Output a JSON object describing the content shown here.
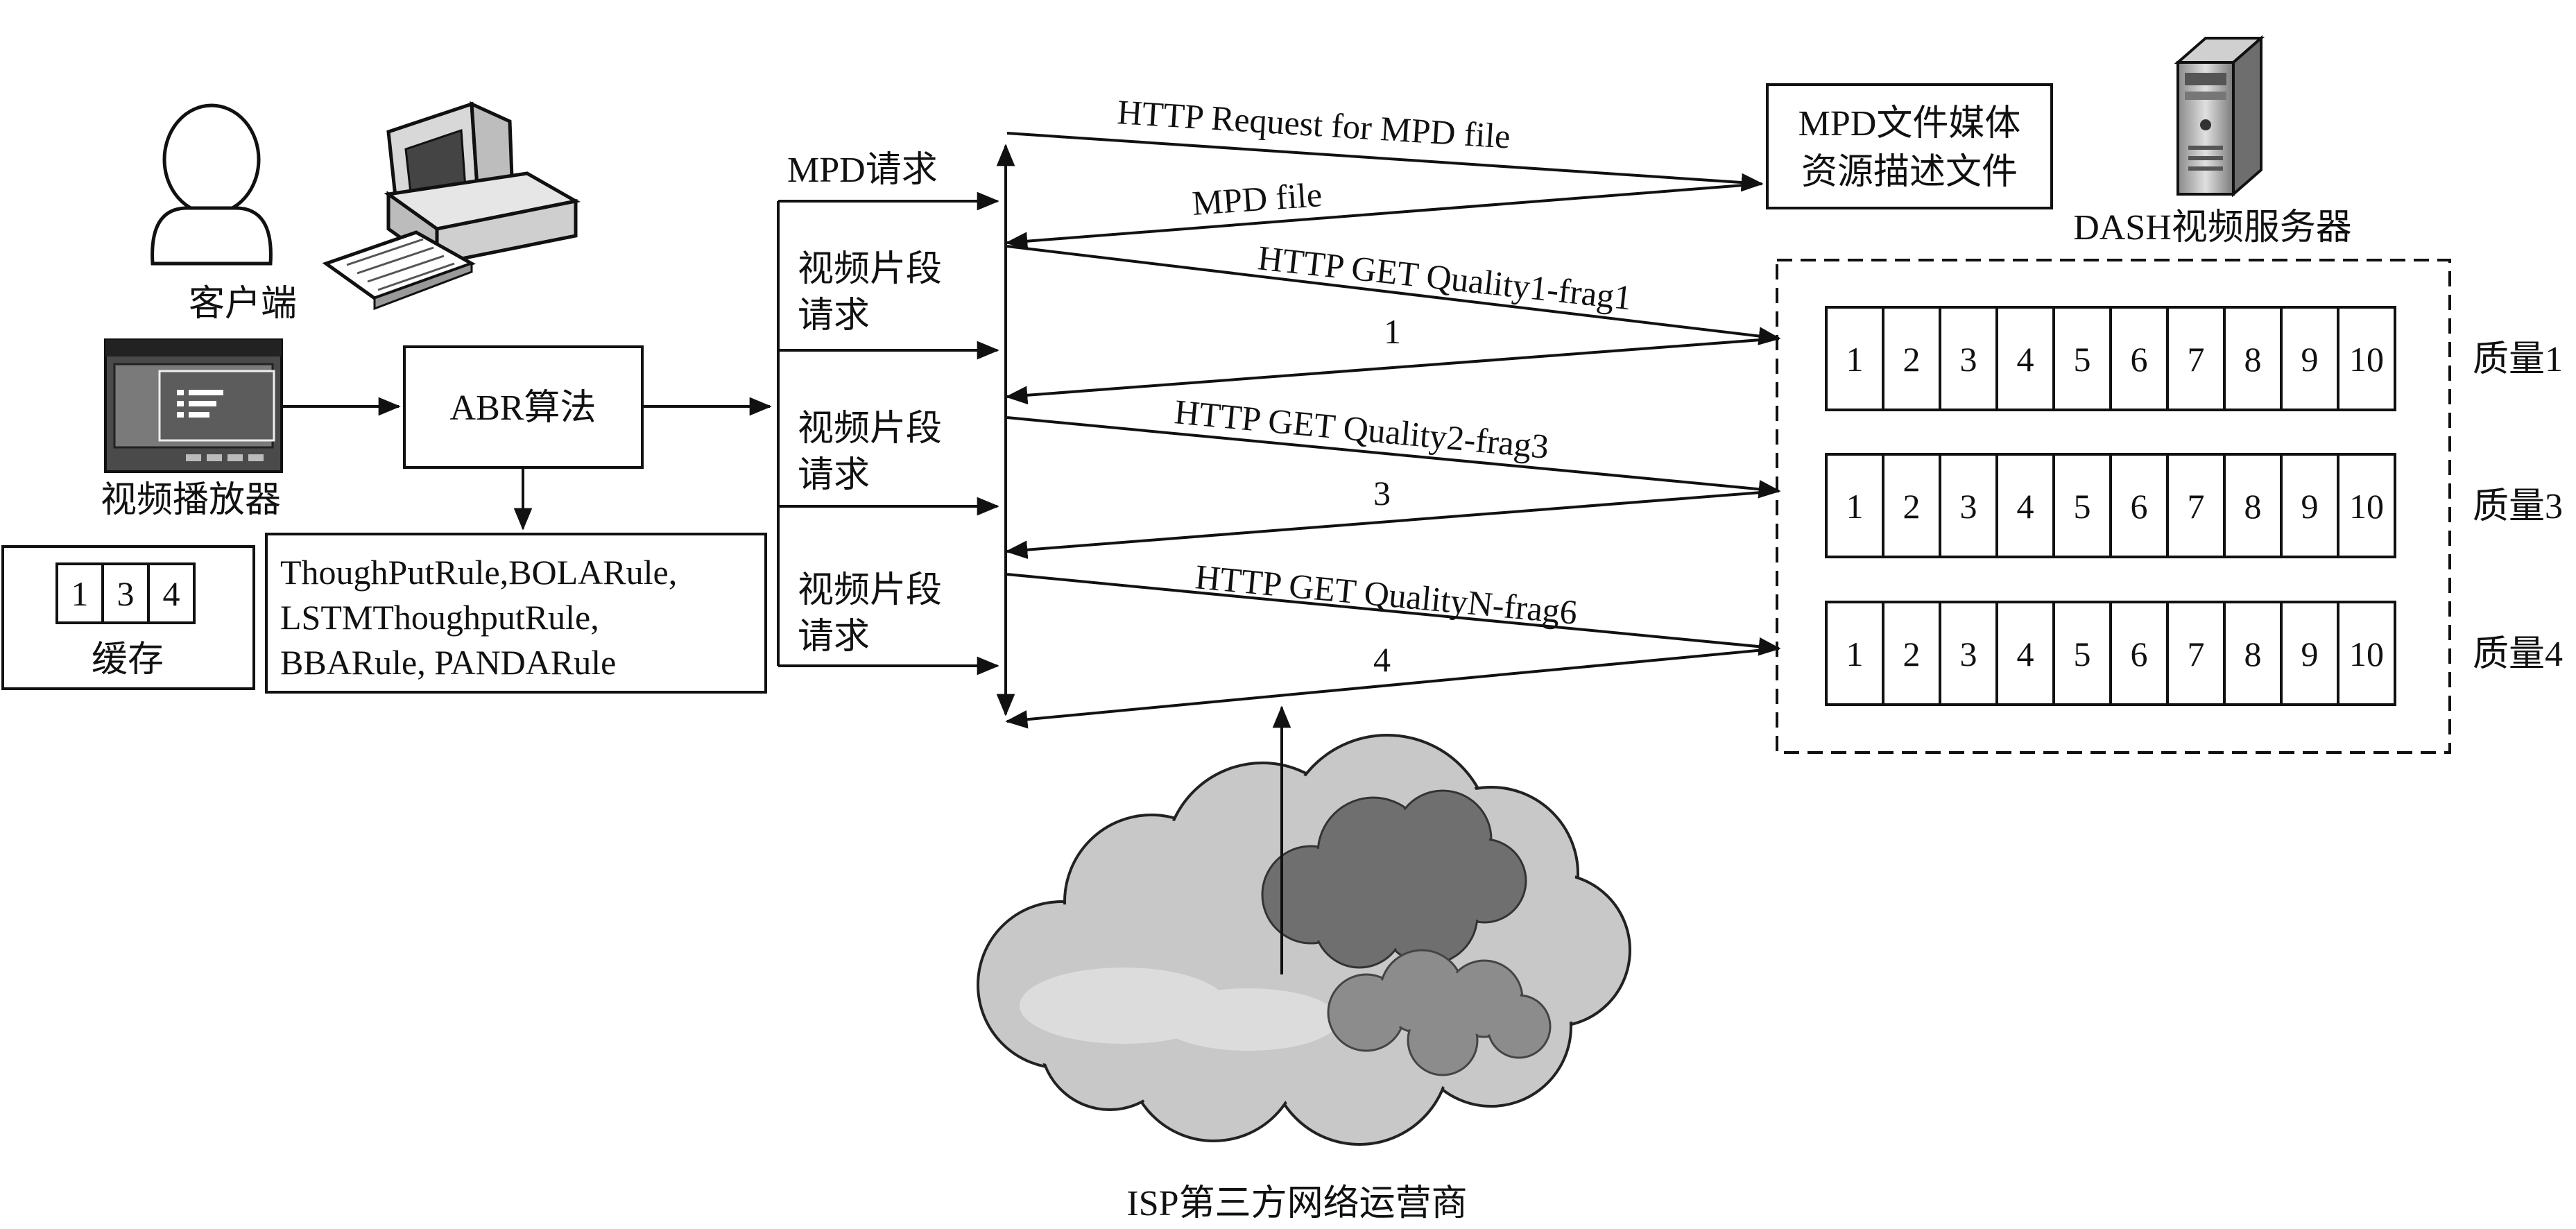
{
  "client": {
    "label": "客户端"
  },
  "player": {
    "label": "视频播放器"
  },
  "buffer": {
    "label": "缓存",
    "segments": [
      "1",
      "3",
      "4"
    ]
  },
  "abr": {
    "label": "ABR算法",
    "rules_lines": [
      "ThoughPutRule,BOLARule,",
      "LSTMThoughputRule,",
      "BBARule, PANDARule"
    ]
  },
  "requests": {
    "mpd": "MPD请求",
    "segment_line1": "视频片段",
    "segment_line2": "请求"
  },
  "messages": {
    "mpd_request": "HTTP  Request  for  MPD file",
    "mpd_file": "MPD  file",
    "get_q1": "HTTP  GET  Quality1-frag1",
    "resp_1": "1",
    "get_q2": "HTTP  GET  Quality2-frag3",
    "resp_3": "3",
    "get_qn": "HTTP GET QualityN-frag6",
    "resp_4": "4"
  },
  "mpd_box": {
    "line1": "MPD文件媒体",
    "line2": "资源描述文件"
  },
  "server": {
    "label": "DASH视频服务器"
  },
  "qualities": [
    {
      "label": "质量1",
      "segments": [
        "1",
        "2",
        "3",
        "4",
        "5",
        "6",
        "7",
        "8",
        "9",
        "10"
      ]
    },
    {
      "label": "质量3",
      "segments": [
        "1",
        "2",
        "3",
        "4",
        "5",
        "6",
        "7",
        "8",
        "9",
        "10"
      ]
    },
    {
      "label": "质量4",
      "segments": [
        "1",
        "2",
        "3",
        "4",
        "5",
        "6",
        "7",
        "8",
        "9",
        "10"
      ]
    }
  ],
  "isp": {
    "label": "ISP第三方网络运营商"
  }
}
